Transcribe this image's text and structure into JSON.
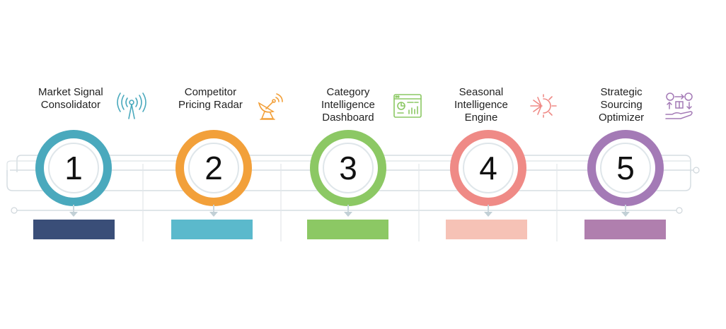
{
  "steps": [
    {
      "number": "1",
      "title_lines": [
        "Market Signal",
        "Consolidator"
      ],
      "icon": "antenna-signal-icon",
      "color": "#4aa9bd",
      "bar_color": "#3a4e78"
    },
    {
      "number": "2",
      "title_lines": [
        "Competitor",
        "Pricing Radar"
      ],
      "icon": "satellite-dish-icon",
      "color": "#f2a03a",
      "bar_color": "#5bb9cc"
    },
    {
      "number": "3",
      "title_lines": [
        "Category",
        "Intelligence",
        "Dashboard"
      ],
      "icon": "dashboard-panel-icon",
      "color": "#8cc864",
      "bar_color": "#8cc864"
    },
    {
      "number": "4",
      "title_lines": [
        "Seasonal",
        "Intelligence",
        "Engine"
      ],
      "icon": "sun-snowflake-icon",
      "color": "#ef8a86",
      "bar_color": "#f6c2b6"
    },
    {
      "number": "5",
      "title_lines": [
        "Strategic",
        "Sourcing",
        "Optimizer"
      ],
      "icon": "sourcing-exchange-icon",
      "color": "#a47ab6",
      "bar_color": "#b07fae"
    }
  ]
}
